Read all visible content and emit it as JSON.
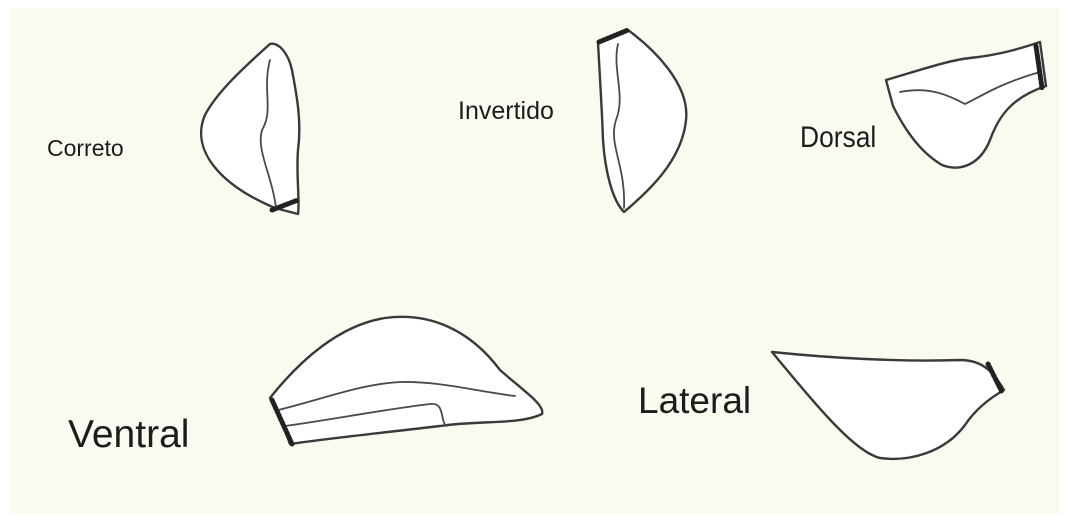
{
  "labels": {
    "correto": "Correto",
    "invertido": "Invertido",
    "dorsal": "Dorsal",
    "ventral": "Ventral",
    "lateral": "Lateral"
  },
  "colors": {
    "background": "#f9fbf1",
    "outline": "#3a3a3a",
    "fill": "#ffffff"
  }
}
